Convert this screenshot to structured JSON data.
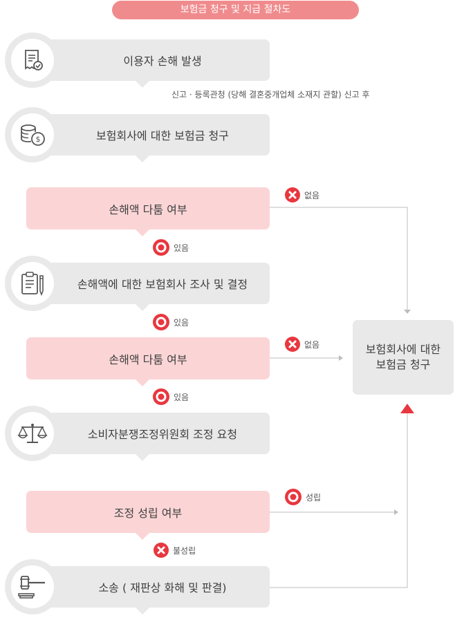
{
  "title": "보험금 청구 및 지급 절차도",
  "steps": {
    "loss_occurs": "이용자 손해 발생",
    "report_note": "신고 · 등록관청 (당해 결혼중개업체 소재지 관할) 신고 후",
    "claim_to_insurer": "보험회사에 대한 보험금 청구",
    "dispute_check_1": "손해액 다툼 여부",
    "insurer_investigation": "손해액에 대한 보험회사 조사 및 결정",
    "dispute_check_2": "손해액 다툼 여부",
    "mediation_request": "소비자분쟁조정위원회 조정 요청",
    "mediation_result": "조정 성립 여부",
    "lawsuit": "소송 ( 재판상 화해 및 판결)"
  },
  "result_box": {
    "line1": "보험회사에 대한",
    "line2": "보험금 청구"
  },
  "labels": {
    "none_1": "없음",
    "yes_1": "있음",
    "yes_2": "있음",
    "none_2": "없음",
    "yes_3": "있음",
    "established": "성립",
    "not_established": "불성립"
  },
  "icons": [
    "receipt-check-icon",
    "coins-icon",
    "clipboard-pen-icon",
    "scales-icon",
    "gavel-icon"
  ],
  "colors": {
    "title_bg": "#f08b8d",
    "gray_box": "#e9e9e9",
    "pink_box": "#fbd5d6",
    "mark_red": "#e8373f",
    "arrow_red": "#e8373f"
  }
}
